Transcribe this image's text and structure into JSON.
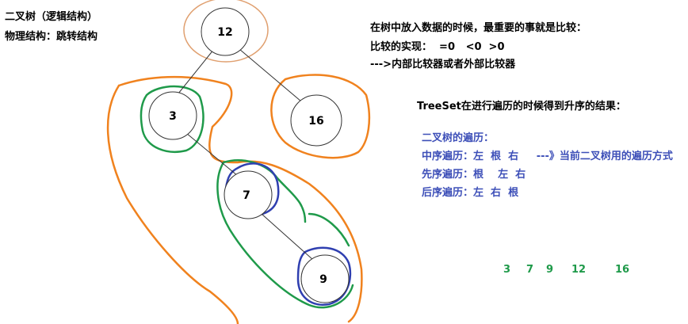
{
  "left_notes": {
    "line1": "二叉树（逻辑结构）",
    "line2": "物理结构：跳转结构"
  },
  "right_notes": {
    "line1": "在树中放入数据的时候，最重要的事就是比较：",
    "line2": "比较的实现：  =0   <0  >0",
    "line3": "--->内部比较器或者外部比较器"
  },
  "treeset_note": "TreeSet在进行遍历的时候得到升序的结果：",
  "traversal": {
    "title": "二叉树的遍历：",
    "inorder": "中序遍历：左  根  右     ---》当前二叉树用的遍历方式",
    "preorder": "先序遍历：根    左  右",
    "postorder": "后序遍历：左  右  根"
  },
  "sequence": [
    "3",
    "7",
    "9",
    "12",
    "16"
  ],
  "nodes": {
    "n12": "12",
    "n3": "3",
    "n16": "16",
    "n7": "7",
    "n9": "9"
  },
  "colors": {
    "orange": "#f0821e",
    "green": "#1f9a4a",
    "blue": "#2f3fb0",
    "light_orange": "#e0a070",
    "text_blue": "#3d4fb8"
  }
}
